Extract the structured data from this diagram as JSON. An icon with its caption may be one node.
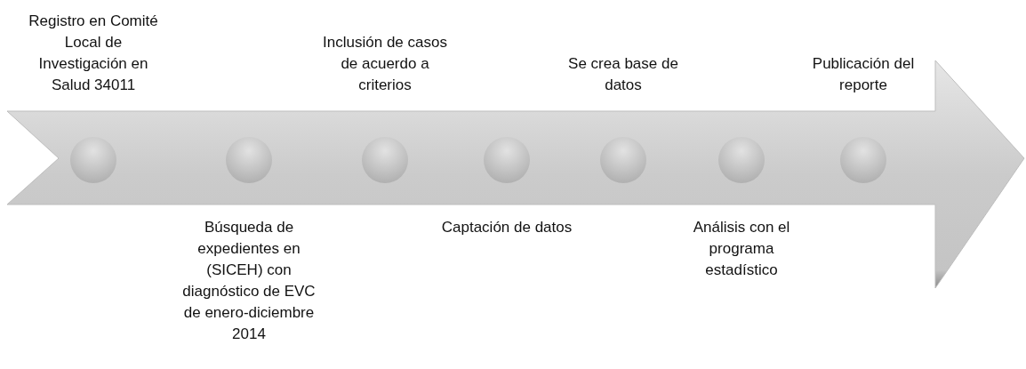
{
  "diagram": {
    "nodes": [
      {
        "text": [],
        "shape": "arrow"
      },
      {
        "text": [],
        "shape": "circle",
        "in": 0,
        "beside": [
          "Registro en Comité Local de Investigación en Salud 34011"
        ]
      },
      {
        "text": [],
        "shape": "circle",
        "in": 0,
        "beside": [
          "Búsqueda de expedientes en (SICEH) con diagnóstico de EVC  de enero-diciembre 2014"
        ]
      },
      {
        "text": [],
        "shape": "circle",
        "in": 0,
        "beside": [
          "Inclusión de casos de acuerdo a criterios"
        ]
      },
      {
        "text": [],
        "shape": "circle",
        "in": 0,
        "beside": [
          "Captación de datos"
        ]
      },
      {
        "text": [],
        "shape": "circle",
        "in": 0,
        "beside": [
          "Se crea base de datos"
        ]
      },
      {
        "text": [],
        "shape": "circle",
        "in": 0,
        "beside": [
          "Análisis con el programa estadístico"
        ]
      },
      {
        "text": [],
        "shape": "circle",
        "in": 0,
        "beside": [
          "Publicación del reporte"
        ]
      }
    ]
  }
}
